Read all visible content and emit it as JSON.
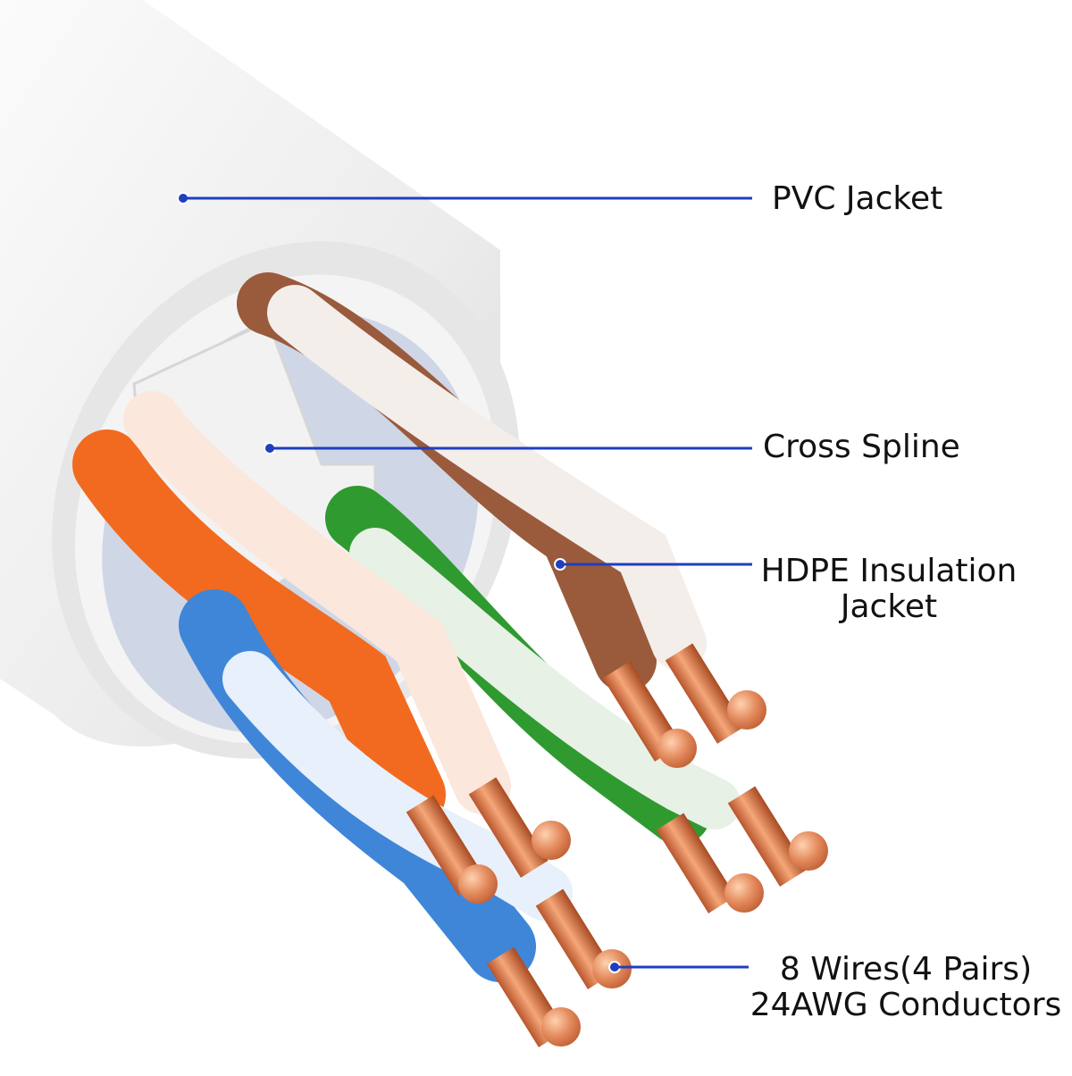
{
  "colors": {
    "leader_line": "#1f3fbf",
    "jacket": "#eeeeee",
    "copper": "#d9744a",
    "orange_wire": "#f26a1f",
    "blue_wire": "#3f86d8",
    "green_wire": "#2f9a2f",
    "brown_wire": "#9a5a3c"
  },
  "callouts": [
    {
      "id": "pvc-jacket",
      "lines": [
        "PVC Jacket"
      ]
    },
    {
      "id": "cross-spline",
      "lines": [
        "Cross Spline"
      ]
    },
    {
      "id": "hdpe-insulation-jacket",
      "lines": [
        "HDPE Insulation",
        "Jacket"
      ]
    },
    {
      "id": "wires-conductors",
      "lines": [
        "8 Wires(4 Pairs)",
        "24AWG Conductors"
      ]
    }
  ]
}
